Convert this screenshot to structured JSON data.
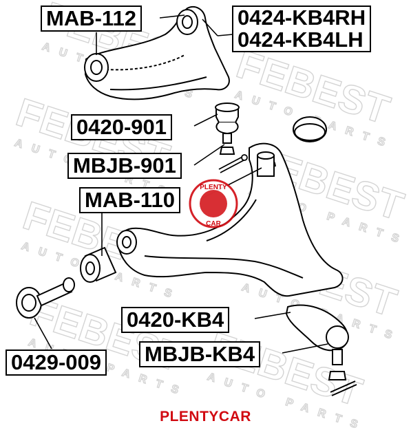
{
  "watermark": {
    "brand": "FEBEST",
    "tagline": "AUTO PARTS"
  },
  "stamp": {
    "top_text": "PLENTY",
    "bottom_text": "CAR",
    "color": "#d10a11"
  },
  "labels": {
    "mab112": "MAB-112",
    "kb4rh": "0424-KB4RH",
    "kb4lh": "0424-KB4LH",
    "p0420901": "0420-901",
    "mbjb901": "MBJB-901",
    "mab110": "MAB-110",
    "p0420kb4": "0420-KB4",
    "mbjbkb4": "MBJB-KB4",
    "p0429009": "0429-009"
  },
  "footer": {
    "text": "PLENTYCAR",
    "color": "#d10a11"
  }
}
